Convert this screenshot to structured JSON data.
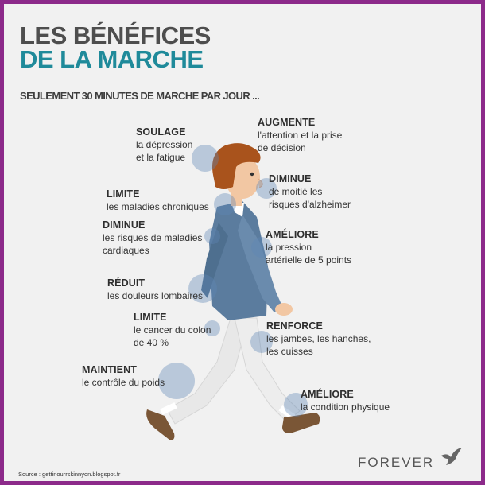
{
  "title": {
    "line1": "LES BÉNÉFICES",
    "line2": "DE LA MARCHE",
    "line2_color": "#1f8a9a"
  },
  "subtitle": "SEULEMENT 30 MINUTES DE MARCHE PAR JOUR ...",
  "benefits": [
    {
      "head": "SOULAGE",
      "desc": "la dépression\net la fatigue"
    },
    {
      "head": "AUGMENTE",
      "desc": "l'attention et la prise\nde décision"
    },
    {
      "head": "DIMINUE",
      "desc": "de moitié les\nrisques d'alzheimer"
    },
    {
      "head": "LIMITE",
      "desc": "les maladies chroniques"
    },
    {
      "head": "DIMINUE",
      "desc": "les risques de maladies\ncardiaques"
    },
    {
      "head": "AMÉLIORE",
      "desc": "la pression\nartérielle de 5 points"
    },
    {
      "head": "RÉDUIT",
      "desc": "les douleurs lombaires"
    },
    {
      "head": "LIMITE",
      "desc": "le cancer du colon\nde 40 %"
    },
    {
      "head": "RENFORCE",
      "desc": "les jambes, les hanches,\nles cuisses"
    },
    {
      "head": "MAINTIENT",
      "desc": "le contrôle du poids"
    },
    {
      "head": "AMÉLIORE",
      "desc": "la condition physique"
    }
  ],
  "source": "Source : gettinourrskinnyon.blogspot.fr",
  "brand": "FOREVER",
  "icons": {
    "figure": "walking-man-illustration",
    "brand_logo": "bird-logo-icon"
  },
  "colors": {
    "frame": "#8c2a8a",
    "background": "#f1f1f1",
    "jacket": "#5b7c9e",
    "hair": "#a9531c",
    "skin": "#f2c7a3",
    "trousers": "#ececec",
    "shoes": "#7a5636",
    "highlight": "#5f86b5"
  }
}
